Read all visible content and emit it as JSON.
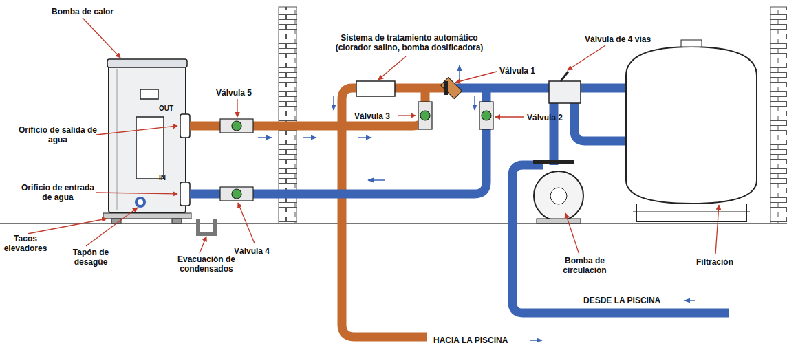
{
  "diagram": {
    "labels": [
      "Bomba de calor",
      "Orificio de salida de agua",
      "Orificio de entrada de agua",
      "Tacos elevadores",
      "Tapón de desagüe",
      "Evacuación de condensados",
      "Válvula 4",
      "Válvula 5",
      "OUT",
      "IN",
      "Sistema de tratamiento automático (clorador salino, bomba dosificadora)",
      "Válvula 1",
      "Válvula 3",
      "Válvula 2",
      "Válvula de 4 vías",
      "Bomba de circulación",
      "Filtración",
      "DESDE LA PISCINA",
      "HACIA LA PISCINA"
    ]
  }
}
